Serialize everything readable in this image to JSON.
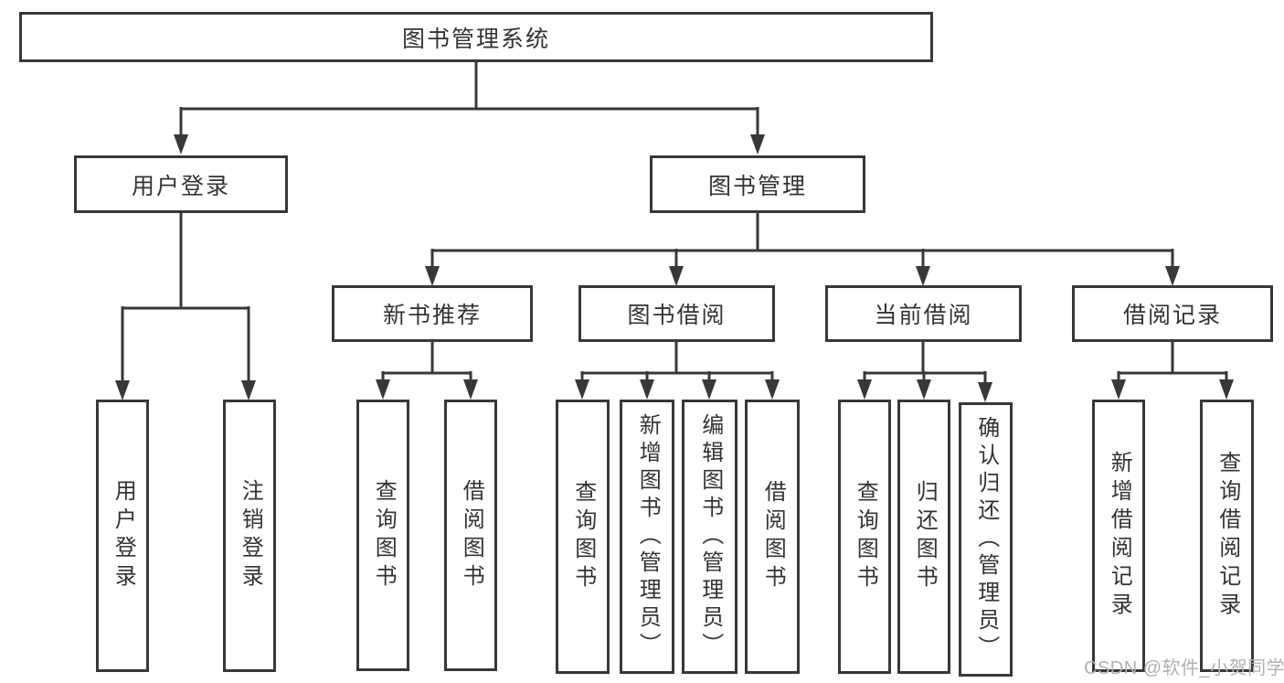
{
  "diagram": {
    "title": "图书管理系统",
    "colors": {
      "line": "#383838",
      "text": "#333333",
      "box_bg": "#ffffff",
      "watermark": "#b0b0b0",
      "background": "#ffffff"
    },
    "level2": {
      "user_login": "用户登录",
      "book_mgmt": "图书管理"
    },
    "level3": {
      "new_book_rec": "新书推荐",
      "book_borrow": "图书借阅",
      "current_borrow": "当前借阅",
      "borrow_records": "借阅记录"
    },
    "leaves": {
      "user_login": [
        "用户登录",
        "注销登录"
      ],
      "new_book_rec": [
        "查询图书",
        "借阅图书"
      ],
      "book_borrow": [
        "查询图书",
        "新增图书（管理员）",
        "编辑图书（管理员）",
        "借阅图书"
      ],
      "current_borrow": [
        "查询图书",
        "归还图书",
        "确认归还（管理员）"
      ],
      "borrow_records": [
        "新增借阅记录",
        "查询借阅记录"
      ]
    },
    "watermark": "CSDN @软件_小贺同学"
  }
}
